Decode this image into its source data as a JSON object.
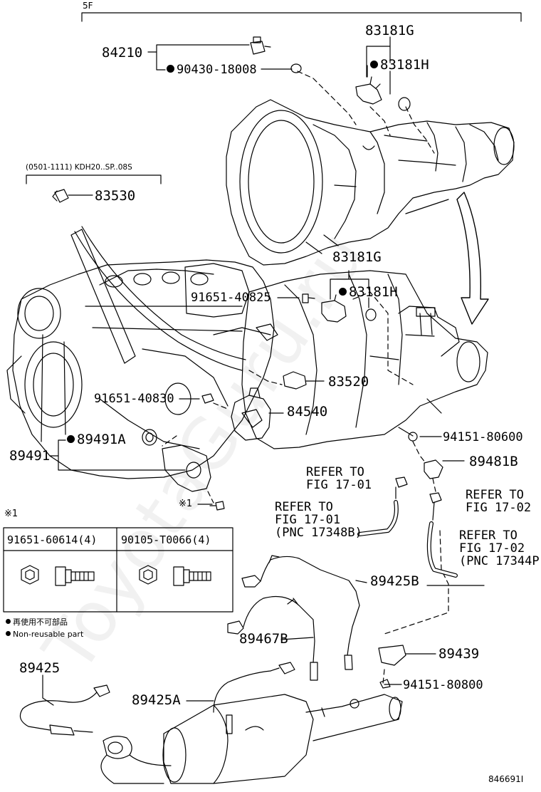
{
  "header": {
    "section": "5F"
  },
  "condition_note": "(0501-1111) KDH20..SP..08S",
  "parts": {
    "p84210": "84210",
    "p90430": "90430-18008",
    "p83181G_top": "83181G",
    "p83181H_top": "83181H",
    "p83530": "83530",
    "p83181G_mid": "83181G",
    "p83181H_mid": "83181H",
    "p91651_40825": "91651-40825",
    "p83520": "83520",
    "p91651_40830": "91651-40830",
    "p84540": "84540",
    "p89491A": "89491A",
    "p89491": "89491",
    "p94151_80600": "94151-80600",
    "p89481B": "89481B",
    "p89425B": "89425B",
    "p89467B": "89467B",
    "p89439": "89439",
    "p94151_80800": "94151-80800",
    "p89425": "89425",
    "p89425A": "89425A"
  },
  "refs": {
    "r1_l1": "REFER TO",
    "r1_l2": "FIG 17-01",
    "r2_l1": "REFER TO",
    "r2_l2": "FIG 17-01",
    "r2_l3": "(PNC 17348B)",
    "r3_l1": "REFER TO",
    "r3_l2": "FIG 17-02",
    "r4_l1": "REFER TO",
    "r4_l2": "FIG 17-02",
    "r4_l3": "(PNC 17344P"
  },
  "note_mark": "※1",
  "bolt_ref": "※1",
  "table": {
    "col1": "91651-60614(4)",
    "col2": "90105-T0066(4)"
  },
  "legend": {
    "jp": "再使用不可部品",
    "en": "Non-reusable part"
  },
  "watermark": "ToyotaGuru.ru",
  "footer_code": "846691I"
}
